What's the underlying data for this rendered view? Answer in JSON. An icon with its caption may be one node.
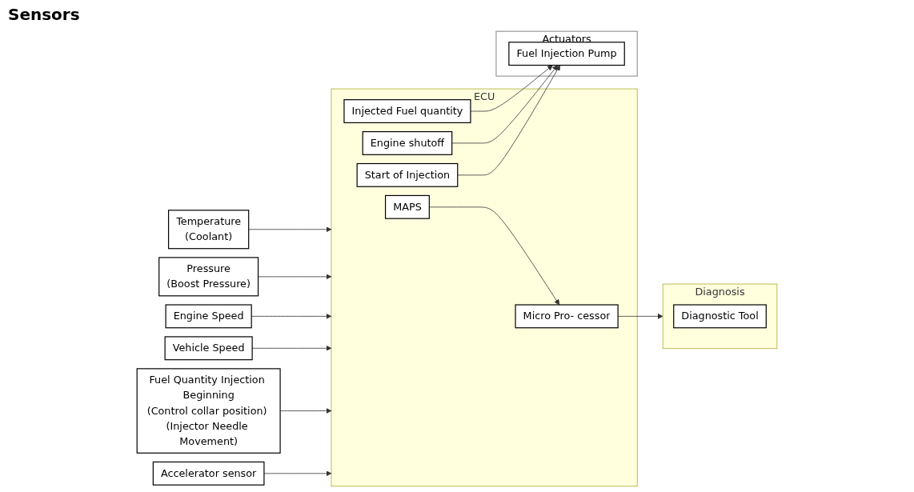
{
  "diagram": {
    "nodes": [
      {
        "text": [
          "ECU"
        ]
      },
      {
        "text": [
          "Actuators"
        ]
      },
      {
        "text": [
          "Temperature",
          "(Coolant)"
        ]
      },
      {
        "text": [
          "Micro Pro- cessor"
        ],
        "in": 0
      },
      {
        "text": [
          "Injected Fuel quantity"
        ],
        "in": 0
      },
      {
        "text": [
          "Fuel Injection Pump"
        ],
        "in": 1
      },
      {
        "text": [
          "Pressure",
          "(Boost Pressure)"
        ]
      },
      {
        "text": [
          "Engine shutoff"
        ],
        "in": 0
      },
      {
        "text": [
          "Engine Speed"
        ]
      },
      {
        "text": [
          "Start of Injection"
        ],
        "in": 0
      },
      {
        "text": [
          "Vehicle Speed"
        ]
      },
      {
        "text": [
          "Diagnosis"
        ]
      },
      {
        "text": [
          "Fuel Quantity Injection Beginning",
          "(Control collar position) (Injector Needle Movement)"
        ]
      },
      {
        "text": [
          "Diagnostic Tool"
        ],
        "in": 11
      },
      {
        "text": [
          "MAPS"
        ],
        "in": 0
      },
      {
        "text": [
          "Accelerator sensor"
        ]
      }
    ],
    "edges": [
      {
        "from": 2,
        "to": 0,
        "arrow": "to"
      },
      {
        "from": 6,
        "to": 0,
        "arrow": "to"
      },
      {
        "from": 8,
        "to": 0,
        "arrow": "to"
      },
      {
        "from": 10,
        "to": 0,
        "arrow": "to"
      },
      {
        "from": 12,
        "to": 0,
        "arrow": "to"
      },
      {
        "from": 15,
        "to": 0,
        "arrow": "to"
      },
      {
        "from": 4,
        "to": 5,
        "arrow": "to"
      },
      {
        "from": 7,
        "to": 5,
        "arrow": "to"
      },
      {
        "from": 9,
        "to": 5,
        "arrow": "to"
      },
      {
        "from": 3,
        "to": 11,
        "arrow": "to"
      },
      {
        "from": 14,
        "to": 3,
        "arrow": "to"
      }
    ],
    "labels": [
      "Sensors"
    ]
  }
}
